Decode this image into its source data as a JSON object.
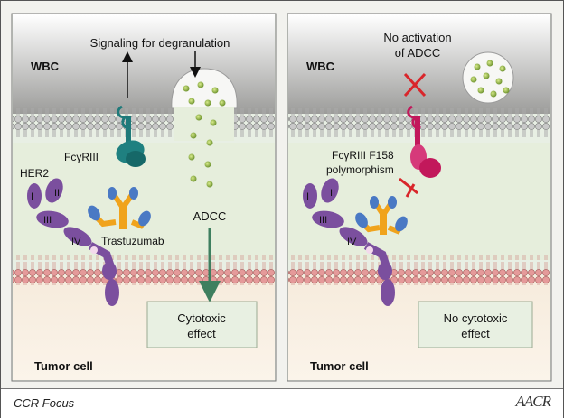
{
  "panels": [
    {
      "wbc": "WBC",
      "signal": "Signaling for degranulation",
      "receptor": "FcγRIII",
      "her2": "HER2",
      "domains": [
        "I",
        "II",
        "III",
        "IV"
      ],
      "antibody": "Trastuzumab",
      "adcc": "ADCC",
      "effect_line1": "Cytotoxic",
      "effect_line2": "effect",
      "tumor": "Tumor cell"
    },
    {
      "wbc": "WBC",
      "no_act_line1": "No activation",
      "no_act_line2": "of ADCC",
      "receptor_line1": "FcγRIII F158",
      "receptor_line2": "polymorphism",
      "domains": [
        "I",
        "II",
        "III",
        "IV"
      ],
      "effect_line1": "No cytotoxic",
      "effect_line2": "effect",
      "tumor": "Tumor cell"
    }
  ],
  "footer": {
    "journal": "CCR Focus",
    "logo": "AACR"
  },
  "colors": {
    "her2": "#7b4f9e",
    "receptor_active": "#1f7a7a",
    "receptor_poly": "#c2185b",
    "antibody": "#f0a31c",
    "adcc_arrow": "#3f7f5f",
    "cross": "#d9262b",
    "membrane_head": "#d98e8e",
    "vesicle_dot": "#9bbd3c"
  }
}
